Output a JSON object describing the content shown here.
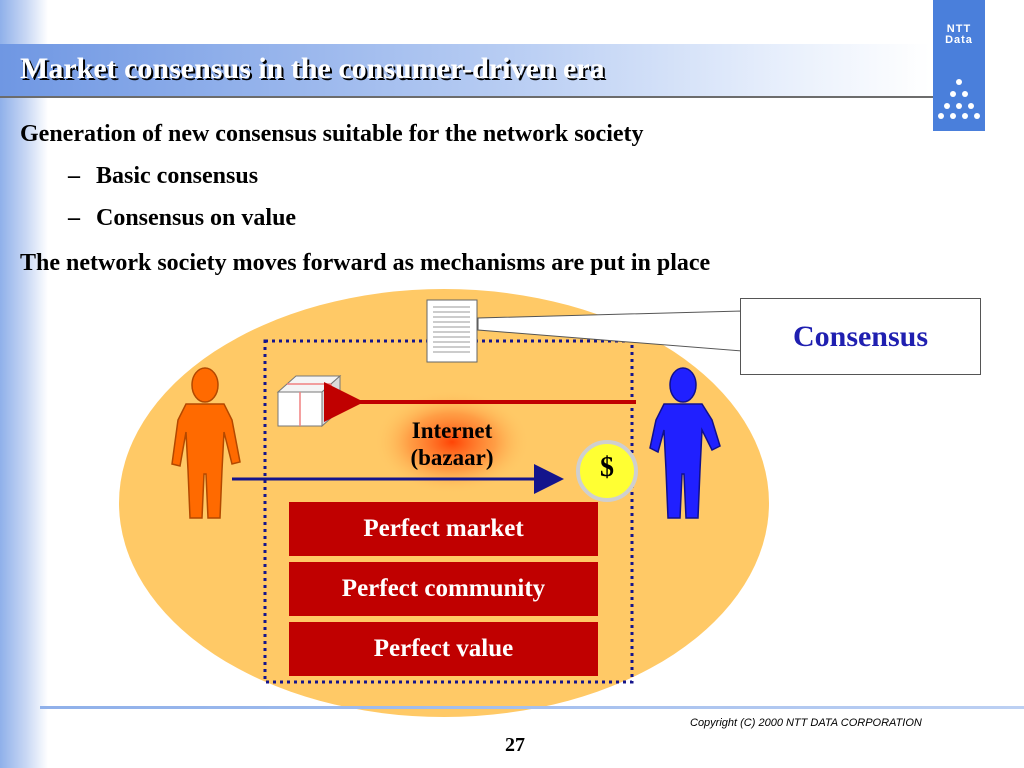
{
  "slide": {
    "title": "Market consensus in the consumer-driven era",
    "logo_text": "NTT\nData",
    "bullets": {
      "main1": "Generation of new consensus suitable for the network society",
      "sub1": "Basic consensus",
      "sub2": "Consensus on value",
      "main2": "The network society moves forward as mechanisms are put in place",
      "dash": "–"
    },
    "diagram": {
      "consensus_label": "Consensus",
      "internet_label_line1": "Internet",
      "internet_label_line2": "(bazaar)",
      "dollar": "$",
      "layers": [
        "Perfect market",
        "Perfect community",
        "Perfect value"
      ]
    },
    "footer": {
      "copyright": "Copyright (C) 2000 NTT DATA CORPORATION",
      "page": "27"
    }
  },
  "colors": {
    "title_bg": "#6f97e3",
    "ellipse": "#ffc966",
    "layer_red": "#c00000",
    "arrow_red": "#c00000",
    "arrow_blue": "#14148c",
    "person_orange": "#ff6a00",
    "person_blue": "#2020ff",
    "consensus_text": "#1f1fb0",
    "coin": "#ffff33"
  }
}
